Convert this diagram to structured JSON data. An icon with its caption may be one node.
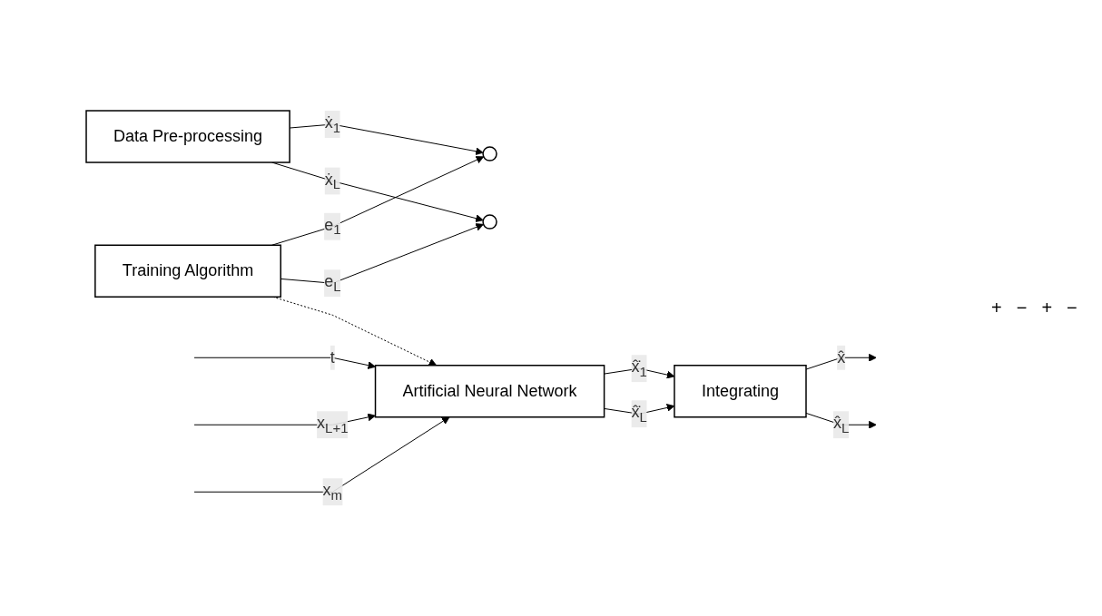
{
  "diagram": {
    "nodes": [
      {
        "text": [
          "Artificial Neural Network"
        ]
      },
      {
        "text": [
          "Integrating"
        ]
      },
      {
        "text": [
          "Data Pre-processing"
        ]
      },
      {
        "text": [],
        "shape": "circle"
      },
      {
        "text": [],
        "shape": "circle"
      },
      {
        "text": [
          "Training Algorithm"
        ]
      }
    ],
    "edges": [
      {
        "from": null,
        "to": 0,
        "arrow": "to",
        "label": "t"
      },
      {
        "from": null,
        "to": 0,
        "arrow": "to",
        "label": "x$_{L+1}$"
      },
      {
        "from": null,
        "to": 0,
        "arrow": "to",
        "label": "x$_{m}$"
      },
      {
        "from": 0,
        "to": 1,
        "arrow": "to",
        "label": "x̂̇$_{1}$"
      },
      {
        "from": 0,
        "to": 1,
        "arrow": "to",
        "label": "x̂̇$_{L}$"
      },
      {
        "from": 1,
        "to": null,
        "arrow": "to",
        "label": "x̂"
      },
      {
        "from": 1,
        "to": null,
        "arrow": "to",
        "label": "x̂$_{L}$"
      },
      {
        "from": 2,
        "to": 3,
        "arrow": "to",
        "label": "ẋ$_{1}$"
      },
      {
        "from": 2,
        "to": 4,
        "arrow": "to",
        "label": "ẋ$_{L}$"
      },
      {
        "from": 5,
        "to": 3,
        "arrow": "to",
        "label": "e$_{1}$"
      },
      {
        "from": 5,
        "to": 4,
        "arrow": "to",
        "label": "e$_{L}$"
      },
      {
        "from": 5,
        "to": 0,
        "arrow": "to",
        "style": "dashed"
      }
    ],
    "labels": [
      "+",
      "−",
      "+",
      "−"
    ]
  }
}
